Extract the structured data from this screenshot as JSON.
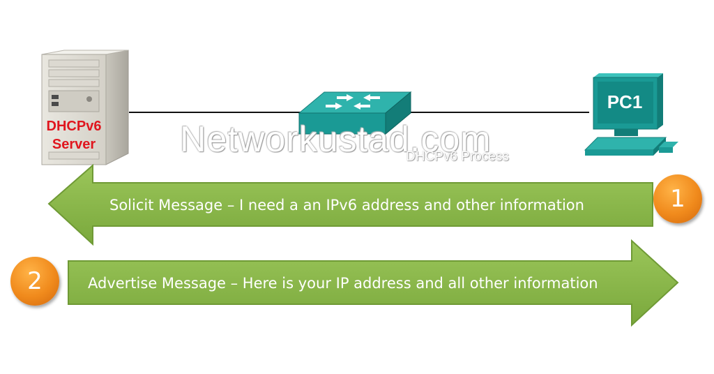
{
  "diagram": {
    "server": {
      "label_line1": "DHCPv6",
      "label_line2": "Server"
    },
    "pc": {
      "label": "PC1"
    },
    "watermark": {
      "main": "Networkustad.com",
      "sub": "DHCPv6 Process"
    },
    "messages": [
      {
        "step": "1",
        "text": "Solicit Message – I need a an IPv6 address and other information",
        "direction": "pc-to-server"
      },
      {
        "step": "2",
        "text": "Advertise  Message – Here is your IP address and all other information",
        "direction": "server-to-pc"
      }
    ],
    "colors": {
      "arrow_fill": "#88b548",
      "arrow_edge": "#6f9a35",
      "badge": "#f08a1c",
      "server_label": "#e0161e",
      "device_teal": "#1a9a95"
    }
  }
}
